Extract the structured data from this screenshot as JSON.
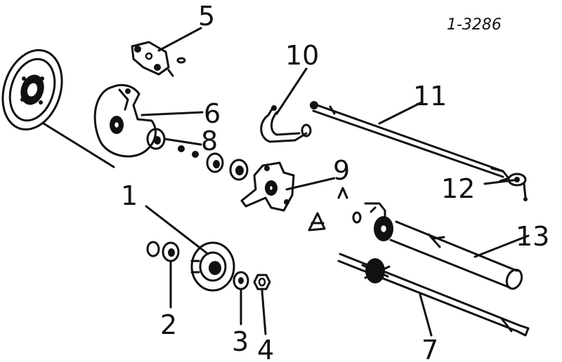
{
  "figure_ref": "1-3286",
  "callouts": [
    {
      "id": "1",
      "label": "1"
    },
    {
      "id": "2",
      "label": "2"
    },
    {
      "id": "3",
      "label": "3"
    },
    {
      "id": "4",
      "label": "4"
    },
    {
      "id": "5",
      "label": "5"
    },
    {
      "id": "6",
      "label": "6"
    },
    {
      "id": "7",
      "label": "7"
    },
    {
      "id": "8",
      "label": "8"
    },
    {
      "id": "9",
      "label": "9"
    },
    {
      "id": "10",
      "label": "10"
    },
    {
      "id": "11",
      "label": "11"
    },
    {
      "id": "12",
      "label": "12"
    },
    {
      "id": "13",
      "label": "13"
    }
  ]
}
